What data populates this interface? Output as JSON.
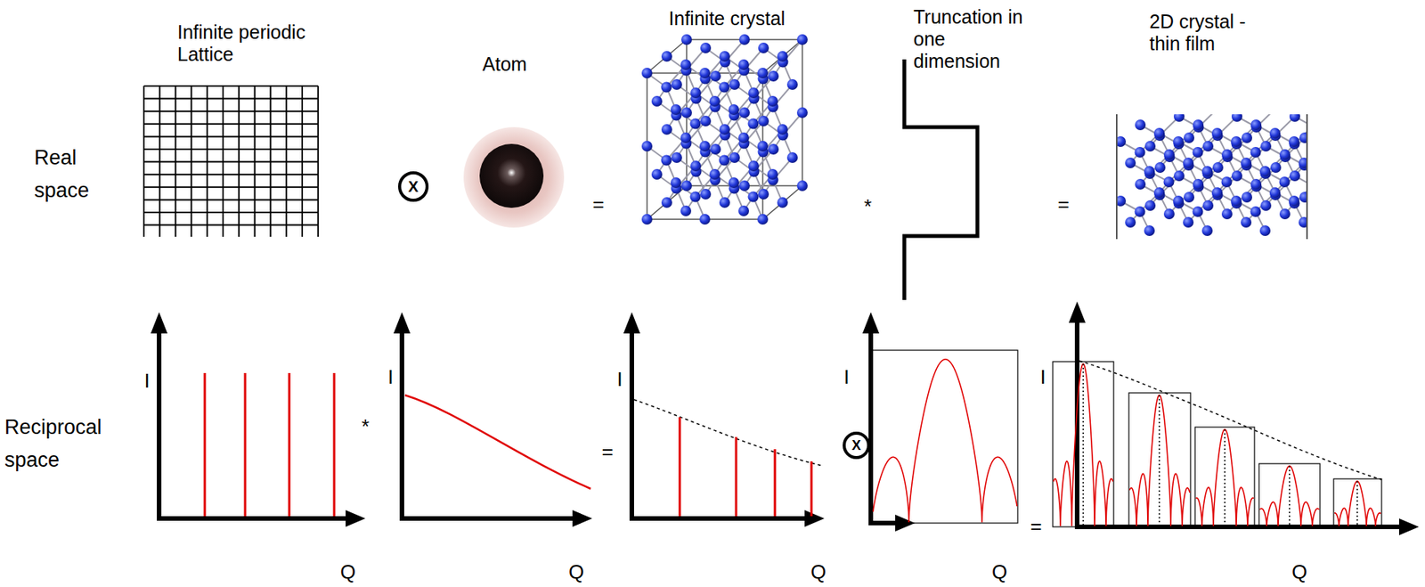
{
  "diagram": {
    "labels": [
      "Infinite periodic Lattice",
      "Atom",
      "Infinite crystal",
      "Truncation in one dimension",
      "2D crystal - thin film",
      "Real space",
      "X",
      "=",
      "*",
      "=",
      "Reciprocal space",
      "I",
      "Q",
      "*",
      "I",
      "Q",
      "=",
      "I",
      "Q",
      "X",
      "I",
      "Q",
      "=",
      "I",
      "Q"
    ]
  }
}
